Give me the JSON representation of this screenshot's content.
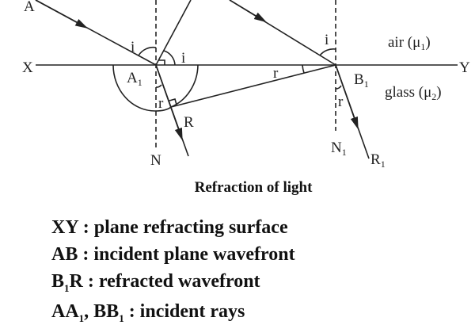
{
  "diagram": {
    "labels": {
      "A": "A",
      "X": "X",
      "Y": "Y",
      "A1": "A",
      "A1_sub": "1",
      "B1": "B",
      "B1_sub": "1",
      "N": "N",
      "N1": "N",
      "N1_sub": "1",
      "R": "R",
      "R1": "R",
      "R1_sub": "1",
      "i": "i",
      "r": "r",
      "air": "air (μ",
      "air_sub": "1",
      "air_close": ")",
      "glass": "glass (μ",
      "glass_sub": "2",
      "glass_close": ")"
    }
  },
  "caption": "Refraction of light",
  "legend": [
    {
      "key": "XY",
      "key_sub": "",
      "key_rest": "",
      "text": " : plane refracting surface"
    },
    {
      "key": "AB",
      "key_sub": "",
      "key_rest": "",
      "text": " : incident plane wavefront"
    },
    {
      "key": "B",
      "key_sub": "1",
      "key_rest": "R",
      "text": " : refracted wavefront"
    },
    {
      "key": "AA",
      "key_sub": "1",
      "key_rest": ", BB",
      "key_sub2": "1",
      "text": " : incident rays"
    }
  ]
}
